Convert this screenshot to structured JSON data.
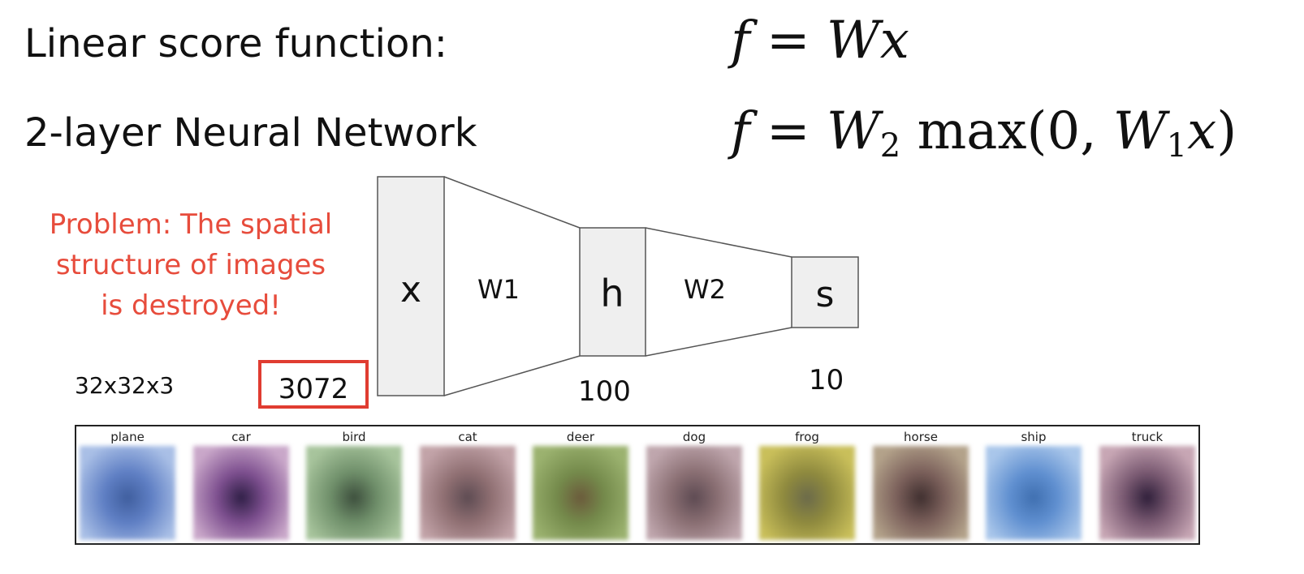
{
  "headings": {
    "linear": "Linear score function:",
    "two_layer": "2-layer Neural Network"
  },
  "formulas": {
    "f1": {
      "lhs": "f",
      "eq": "=",
      "W": "W",
      "x": "x"
    },
    "f2": {
      "lhs": "f",
      "eq": "=",
      "W2": "W",
      "W2_sub": "2",
      "max": "max",
      "open": "(",
      "zero": "0",
      "comma": ",",
      "W1": "W",
      "W1_sub": "1",
      "x": "x",
      "close": ")"
    }
  },
  "problem": {
    "lines": [
      "Problem: The spatial",
      "structure of images",
      "is destroyed!"
    ],
    "color": "#e74c3c"
  },
  "network": {
    "nodes": [
      "x",
      "h",
      "s"
    ],
    "weights": [
      "W1",
      "W2"
    ],
    "sizes": {
      "input": "32x32x3",
      "x": "3072",
      "h": "100",
      "s": "10"
    },
    "node_fill": "#efefef",
    "highlight_color": "#e03c31"
  },
  "classes": [
    {
      "label": "plane",
      "c1": "#a9bfe6",
      "c2": "#5f7fc4",
      "c3": "#3f5e9e"
    },
    {
      "label": "car",
      "c1": "#c9a7c9",
      "c2": "#7d4f8f",
      "c3": "#2f1f46"
    },
    {
      "label": "bird",
      "c1": "#a7c49c",
      "c2": "#6f8f6a",
      "c3": "#3d4f3d"
    },
    {
      "label": "cat",
      "c1": "#c2a3a8",
      "c2": "#8f6f72",
      "c3": "#5d4b52"
    },
    {
      "label": "deer",
      "c1": "#9bb26f",
      "c2": "#748a4b",
      "c3": "#6b5a3b"
    },
    {
      "label": "dog",
      "c1": "#bfa6ad",
      "c2": "#8a6f73",
      "c3": "#5d4a52"
    },
    {
      "label": "frog",
      "c1": "#c9bf5a",
      "c2": "#8f8a3e",
      "c3": "#6b6a4a"
    },
    {
      "label": "horse",
      "c1": "#b3a28a",
      "c2": "#7a5f5a",
      "c3": "#3f2f2f"
    },
    {
      "label": "ship",
      "c1": "#a9c6ea",
      "c2": "#5f8fd0",
      "c3": "#3f6fb0"
    },
    {
      "label": "truck",
      "c1": "#c7a6b4",
      "c2": "#7a5a72",
      "c3": "#2f1f3a"
    }
  ]
}
